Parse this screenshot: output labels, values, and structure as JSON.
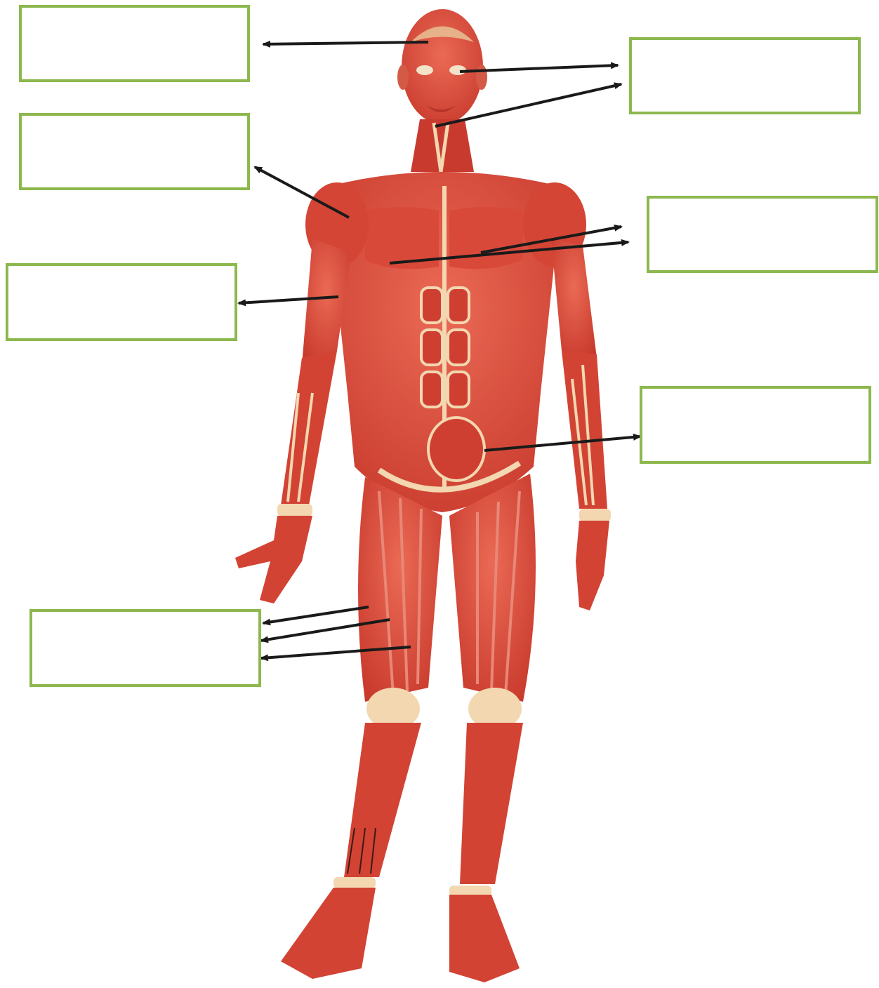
{
  "diagram": {
    "colors": {
      "box_border": "#8cb84e",
      "arrow": "#1a1a1a",
      "muscle": "#d84a3a",
      "muscle_dark": "#b62e24",
      "tendon": "#f2d7b0",
      "background": "#ffffff"
    },
    "label_boxes": [
      {
        "id": "box-head-left",
        "text": ""
      },
      {
        "id": "box-face-right",
        "text": ""
      },
      {
        "id": "box-shoulder-left",
        "text": ""
      },
      {
        "id": "box-chest-right",
        "text": ""
      },
      {
        "id": "box-arm-left",
        "text": ""
      },
      {
        "id": "box-abdomen-right",
        "text": ""
      },
      {
        "id": "box-thigh-left",
        "text": ""
      }
    ],
    "arrows_count": 11
  }
}
